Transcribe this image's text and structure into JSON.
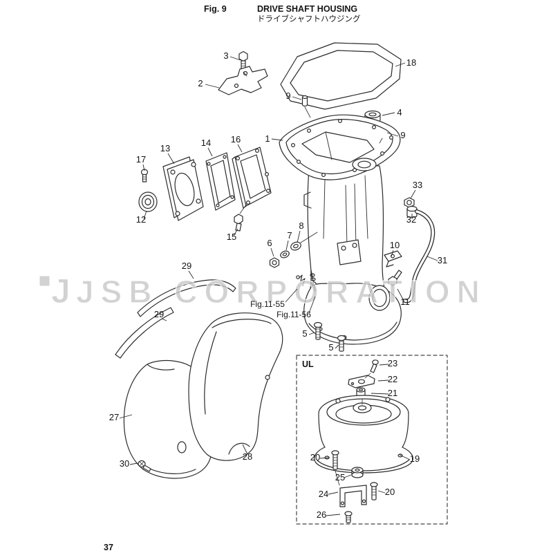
{
  "header": {
    "fig_label": "Fig. 9",
    "title_en": "DRIVE SHAFT HOUSING",
    "title_jp": "ドライブシャフトハウジング"
  },
  "watermark": {
    "logo_text": "J",
    "text": "JSB CORPORATION",
    "color": "#c7c7c7"
  },
  "diagram": {
    "ul_label": "UL",
    "fig_ref_1": "Fig.11-55",
    "fig_ref_2": "Fig.11-56"
  },
  "callout_labels": [
    "3",
    "18",
    "2",
    "9",
    "4",
    "9",
    "1",
    "13",
    "14",
    "16",
    "17",
    "33",
    "12",
    "32",
    "15",
    "8",
    "7",
    "6",
    "10",
    "31",
    "29",
    "11",
    "29",
    "5",
    "5",
    "23",
    "22",
    "21",
    "19",
    "20",
    "25",
    "24",
    "20",
    "26",
    "27",
    "30",
    "28"
  ],
  "footer": {
    "page_number": "37"
  }
}
